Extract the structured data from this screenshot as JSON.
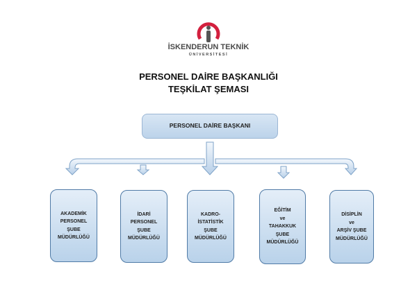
{
  "logo": {
    "name": "İSKENDERUN TEKNİK",
    "sub": "ÜNİVERSİTESİ"
  },
  "title": {
    "line1": "PERSONEL DAİRE BAŞKANLIĞI",
    "line2": "TEŞKİLAT ŞEMASI"
  },
  "head": "PERSONEL DAİRE BAŞKANI",
  "units": [
    {
      "lines": [
        "AKADEMİK",
        "PERSONEL",
        "ŞUBE",
        "MÜDÜRLÜĞÜ"
      ]
    },
    {
      "lines": [
        "İDARİ",
        "PERSONEL",
        "ŞUBE",
        "MÜDÜRLÜĞÜ"
      ]
    },
    {
      "lines": [
        "KADRO-",
        "İSTATİSTİK",
        "ŞUBE",
        "MÜDÜRLÜĞÜ"
      ]
    },
    {
      "lines": [
        "EĞİTİM",
        "ve",
        "TAHAKKUK",
        "ŞUBE",
        "MÜDÜRLÜĞÜ"
      ]
    },
    {
      "lines": [
        "DİSİPLİN",
        "ve",
        "ARŞİV ŞUBE",
        "MÜDÜRLÜĞÜ"
      ]
    }
  ],
  "colors": {
    "logo_red": "#d3203e",
    "logo_gray": "#555",
    "box_border": "#4f7aa6"
  }
}
